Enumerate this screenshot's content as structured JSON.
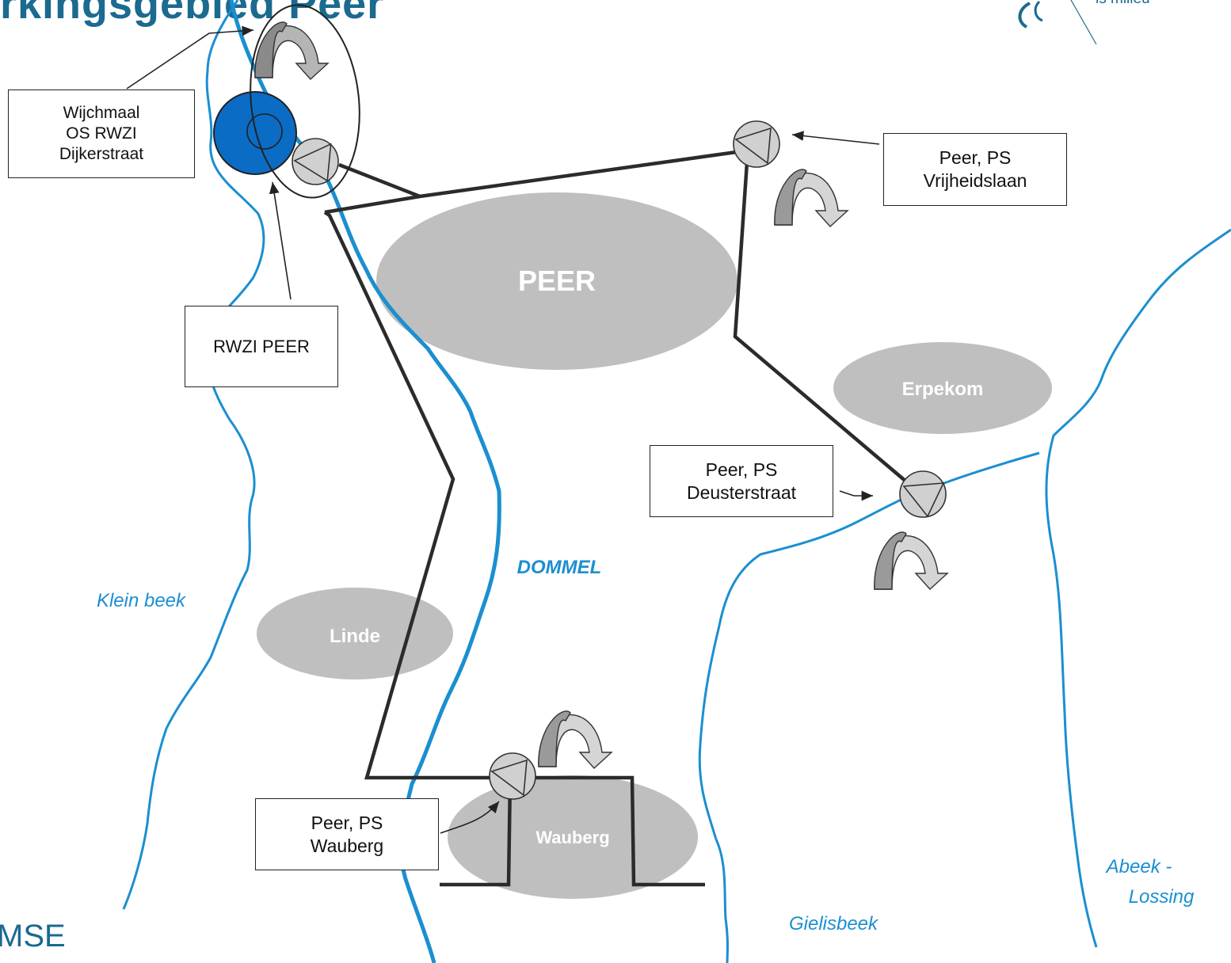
{
  "header": {
    "title": "rkingsgebied Peer",
    "tagline": "is milieu",
    "brand": "MSE"
  },
  "towns": {
    "peer": "PEER",
    "erpekom": "Erpekom",
    "linde": "Linde",
    "wauberg": "Wauberg"
  },
  "rivers": {
    "dommel": "DOMMEL",
    "klein_beek": "Klein beek",
    "gielisbeek": "Gielisbeek",
    "abeek_1": "Abeek -",
    "abeek_2": "Lossing"
  },
  "labels": {
    "wijchmaal": [
      "Wijchmaal",
      "OS RWZI",
      "Dijkerstraat"
    ],
    "rwzi": [
      "RWZI PEER"
    ],
    "vrijheidslaan": [
      "Peer, PS",
      "Vrijheidslaan"
    ],
    "deusterstraat": [
      "Peer, PS",
      "Deusterstraat"
    ],
    "wauberg_ps": [
      "Peer, PS",
      "Wauberg"
    ]
  },
  "colors": {
    "river": "#1b8fd0",
    "town": "#bfbfbf",
    "pipe": "#2b2b2b",
    "plant": "#0a6cc4",
    "brand": "#1b6a8f"
  }
}
